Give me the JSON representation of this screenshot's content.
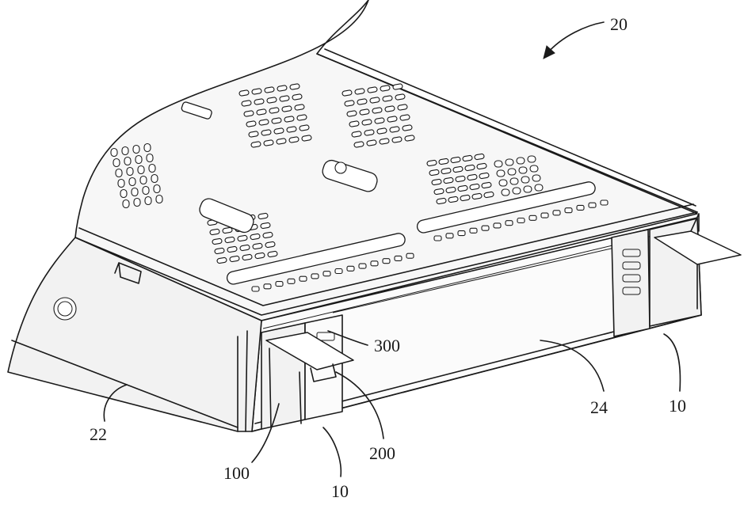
{
  "figure": {
    "labels": {
      "assembly": "20",
      "side_panel": "22",
      "front_panel": "24",
      "rail_right": "10",
      "rail_left": "10",
      "latch_body": "100",
      "latch_tab": "200",
      "latch_slot": "300"
    }
  }
}
